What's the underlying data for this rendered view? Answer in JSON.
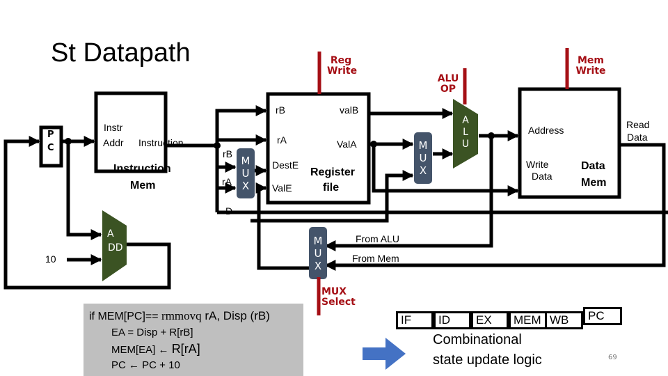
{
  "slide": {
    "title": "St Datapath",
    "page_number": "69"
  },
  "pc": {
    "label_p": "P",
    "label_c": "C"
  },
  "instruction_mem": {
    "instr_label": "Instr",
    "addr_label": "Addr",
    "instruction_label": "Instruction",
    "name_line1": "Instruction",
    "name_line2": "Mem"
  },
  "adder": {
    "line1": "A",
    "line2": "DD",
    "constant": "10"
  },
  "register_file": {
    "rB": "rB",
    "rA": "rA",
    "destE": "DestE",
    "valE": "ValE",
    "valB": "valB",
    "valA": "ValA",
    "name_line1": "Register",
    "name_line2": "file"
  },
  "dest_mux": {
    "in_rB": "rB",
    "in_rA": "rA",
    "letters": [
      "M",
      "U",
      "X"
    ],
    "d_label": "D"
  },
  "alu_mux": {
    "letters": [
      "M",
      "U",
      "X"
    ]
  },
  "alu": {
    "letters": [
      "A",
      "L",
      "U"
    ]
  },
  "writeback_mux": {
    "letters": [
      "M",
      "U",
      "X"
    ],
    "from_alu": "From ALU",
    "from_mem": "From Mem"
  },
  "data_mem": {
    "address": "Address",
    "write_data_line1": "Write",
    "write_data_line2": "Data",
    "read_data_line1": "Read",
    "read_data_line2": "Data",
    "name_line1": "Data",
    "name_line2": "Mem"
  },
  "control_signals": {
    "reg_write": [
      "Reg",
      "Write"
    ],
    "alu_op": [
      "ALU",
      "OP"
    ],
    "mem_write": [
      "Mem",
      "Write"
    ],
    "mux_select": [
      "MUX",
      "Select"
    ]
  },
  "code_box": {
    "line1_prefix": "if MEM[PC]== ",
    "line1_instr": "rmmovq",
    "line1_suffix": " rA, Disp (rB)",
    "line2": "EA = Disp + R[rB]",
    "line3_prefix": "MEM[EA] ← ",
    "line3_suffix": "R[rA]",
    "line4": "PC ← PC + 10"
  },
  "stages": [
    "IF",
    "ID",
    "EX",
    "MEM",
    "WB",
    "PC"
  ],
  "caption": {
    "line1": "Combinational",
    "line2": "state update logic"
  },
  "colors": {
    "control_red": "#a50f15",
    "alu_green": "#3b5323",
    "mux_slate": "#44546a",
    "code_gray": "#bfbfbf",
    "arrow_blue": "#4472c4"
  }
}
